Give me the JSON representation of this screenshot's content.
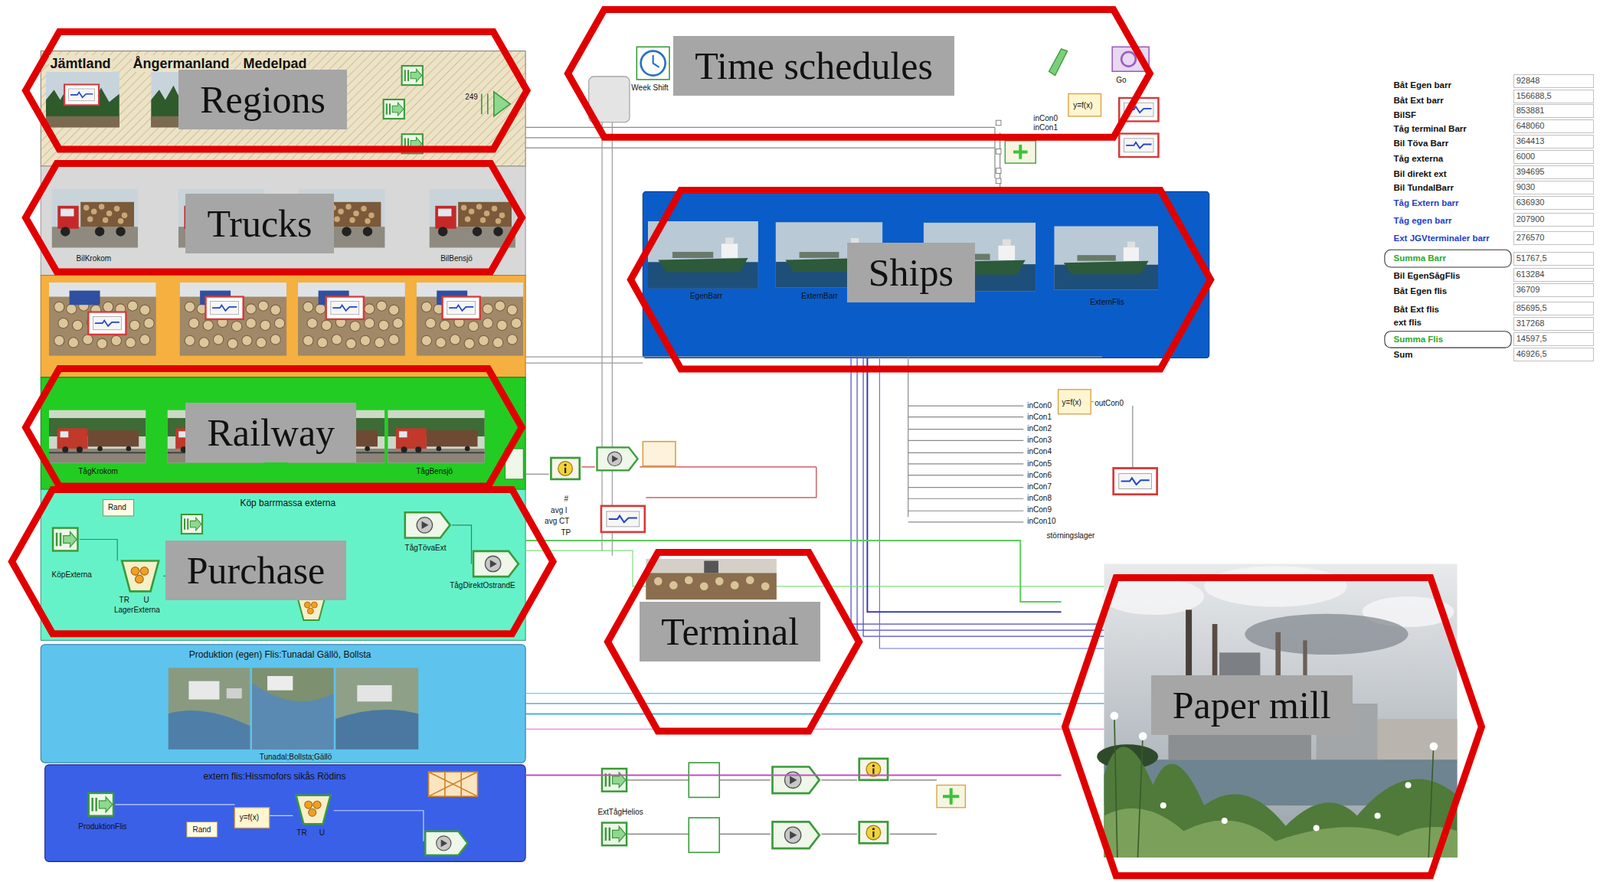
{
  "diagram": {
    "nodes": [
      {
        "text": [
          "Jämtland",
          "Ångermanland",
          "Medelpad"
        ]
      },
      {
        "text": [
          "Köp barrmassa externa"
        ]
      },
      {
        "text": [
          "Produktion (egen) Flis:Tunadal Gällö, Bollsta",
          "Tunadal;Bollsta;Gällö"
        ]
      },
      {
        "text": [
          "extern flis:Hissmofors sikås Rödins"
        ]
      },
      {
        "text": [
          "EgenBarr",
          "ExternBarr",
          "ExternFlis"
        ]
      },
      {
        "text": [
          "Regions"
        ]
      },
      {
        "text": [
          "Time schedules"
        ]
      },
      {
        "text": [
          "Trucks"
        ]
      },
      {
        "text": [
          "Ships"
        ]
      },
      {
        "text": [
          "Railway"
        ]
      },
      {
        "text": [
          "Purchase"
        ]
      },
      {
        "text": [
          "Terminal"
        ]
      },
      {
        "text": [
          "Paper mill"
        ]
      }
    ],
    "edges": [
      {
        "from": 4,
        "to": 12,
        "arrow": "none"
      },
      {
        "from": 2,
        "to": 12,
        "arrow": "none"
      },
      {
        "from": 3,
        "to": 12,
        "arrow": "none"
      },
      {
        "from": 1,
        "to": 12,
        "arrow": "none"
      }
    ],
    "labels": [
      "Week Shift",
      "Go",
      "249",
      "y=f(x)",
      "inCon0",
      "inCon1",
      "BilKrokom",
      "BilBensjö",
      "TågKrokom",
      "TågBensjö",
      "#",
      "avg l",
      "avg CT",
      "TP",
      "Rand",
      "KöpExterna",
      "TR",
      "U",
      "LagerExterna",
      "TågTövaExt",
      "TågDirektOstrandE",
      "y=f(x)",
      "outCon0",
      "störningslager",
      "ProduktionFlis",
      "Rand",
      "y=f(x)",
      "TR",
      "U",
      "ExtTågHelios",
      "inCon0",
      "inCon1",
      "inCon2",
      "inCon3",
      "inCon4",
      "inCon5",
      "inCon6",
      "inCon7",
      "inCon8",
      "inCon9",
      "inCon10",
      "Båt Egen barr",
      "92848",
      "Båt Ext barr",
      "156688,5",
      "BilSF",
      "853881",
      "Tåg terminal Barr",
      "648060",
      "Bil Töva Barr",
      "364413",
      "Tåg externa",
      "6000",
      "Bil direkt ext",
      "394695",
      "Bil TundalBarr",
      "9030",
      "Tåg Extern barr",
      "636930",
      "Tåg egen barr",
      "207900",
      "Ext JGVterminaler barr",
      "276570",
      "Summa Barr",
      "51767,5",
      "Bil EgenSågFlis",
      "613284",
      "Båt Egen flis",
      "36709",
      "Båt Ext flis",
      "85695,5",
      "ext flis",
      "317268",
      "Summa Flis",
      "14597,5",
      "Sum",
      "46926,5"
    ]
  }
}
